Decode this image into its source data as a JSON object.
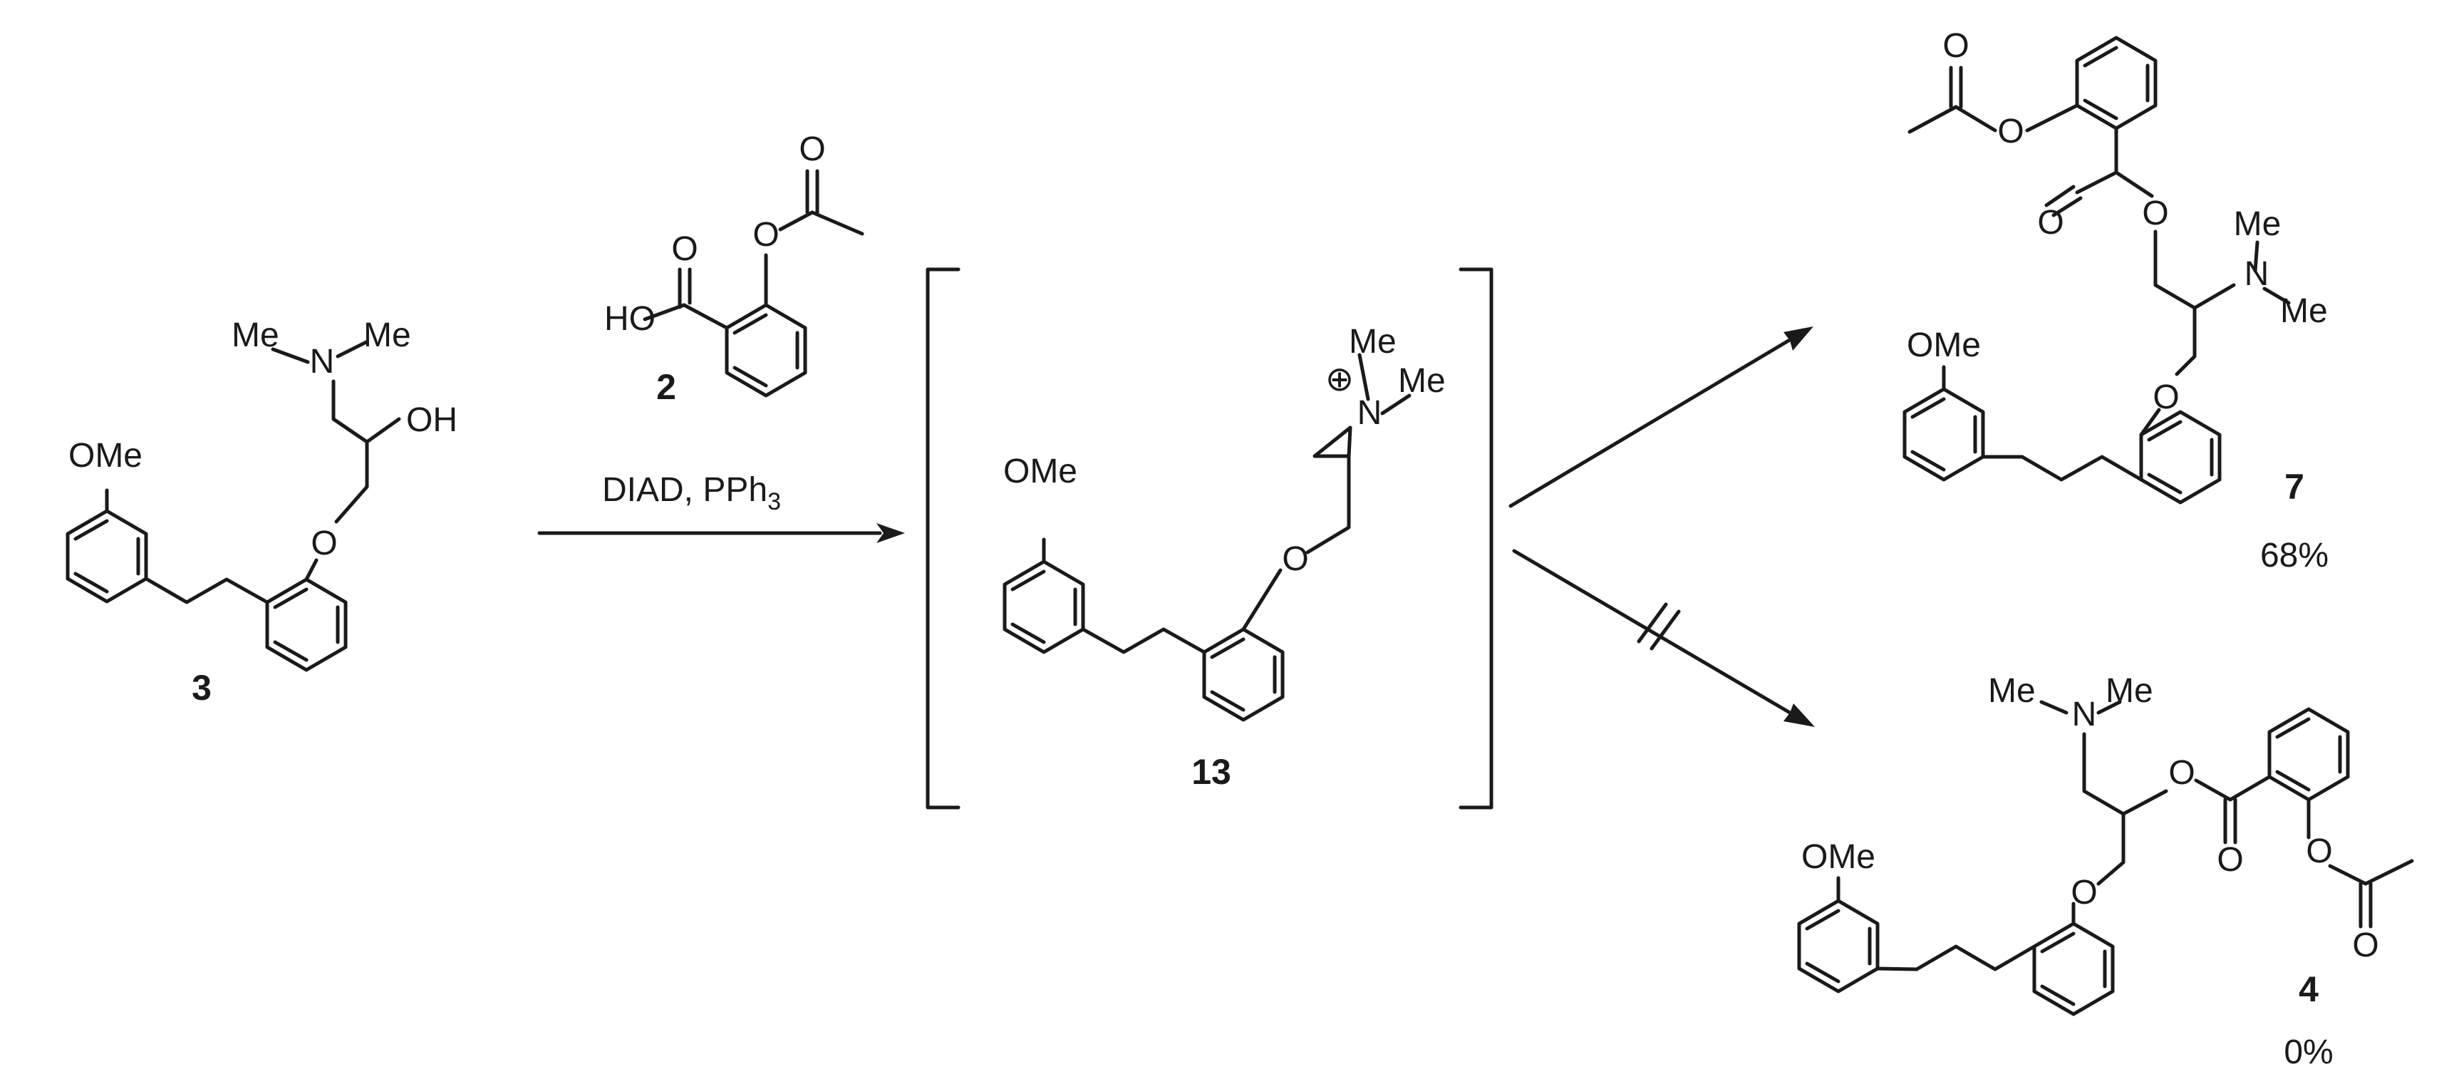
{
  "compounds": {
    "c3": {
      "label": "3",
      "ome": "OMe",
      "oh": "OH",
      "o_ether": "O",
      "me_a": "Me",
      "n": "N",
      "me_b": "Me"
    },
    "c2": {
      "label": "2",
      "ho": "HO",
      "o_carbonyl_acid": "O",
      "o_ester": "O",
      "o_carbonyl_ester": "O"
    },
    "c13": {
      "label": "13",
      "ome": "OMe",
      "o_ether": "O",
      "n": "N",
      "me_top": "Me",
      "me_right": "Me",
      "charge": "⊕"
    },
    "c7": {
      "label": "7",
      "yield": "68%",
      "ome": "OMe",
      "o_ether": "O",
      "o_ester_link": "O",
      "o_carbonyl_benzoyl": "O",
      "o_acetoxy": "O",
      "o_carbonyl_acetyl": "O",
      "n": "N",
      "me_top": "Me",
      "me_bottom": "Me"
    },
    "c4": {
      "label": "4",
      "yield": "0%",
      "ome": "OMe",
      "o_ether": "O",
      "o_ester_link": "O",
      "o_carbonyl_benzoyl": "O",
      "o_acetoxy": "O",
      "o_carbonyl_acetyl": "O",
      "n": "N",
      "me_a": "Me",
      "me_b": "Me"
    }
  },
  "reagents": {
    "text": "DIAD, PPh",
    "subscript": "3"
  }
}
